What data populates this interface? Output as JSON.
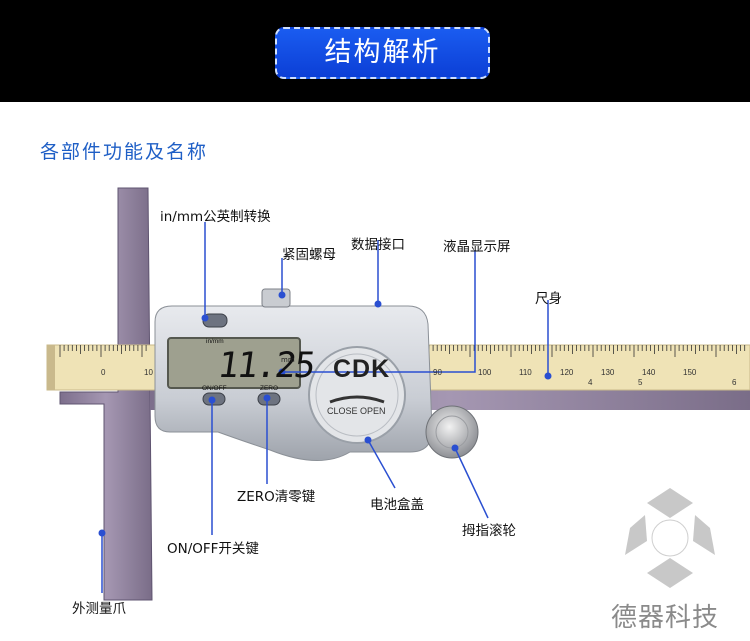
{
  "banner": {
    "title": "结构解析"
  },
  "section_title": "各部件功能及名称",
  "labels": {
    "unit_switch": "in/mm公英制转换",
    "lock_screw": "紧固螺母",
    "data_port": "数据接口",
    "lcd": "液晶显示屏",
    "ruler_body": "尺身",
    "zero_key": "ZERO清零键",
    "battery_cover": "电池盒盖",
    "thumb_roller": "拇指滚轮",
    "onoff_key": "ON/OFF开关键",
    "outer_jaw": "外测量爪"
  },
  "device": {
    "reading": "11.25",
    "unit": "mm",
    "btn_inmm": "in/mm",
    "btn_onoff": "ON/OFF",
    "btn_zero": "ZERO",
    "brand": "CDK",
    "cover_text": "CLOSE  OPEN"
  },
  "scale": {
    "mm_labels": [
      "0",
      "10",
      "90",
      "100",
      "110",
      "120",
      "130",
      "140",
      "150"
    ],
    "inch_labels": [
      "4",
      "5",
      "6"
    ]
  },
  "brand": {
    "name": "德器科技"
  },
  "colors": {
    "accent": "#1f5fc6",
    "ruler": "#efe3b6",
    "steel": "#8c7f9a",
    "marker": "#2a4fd1"
  }
}
